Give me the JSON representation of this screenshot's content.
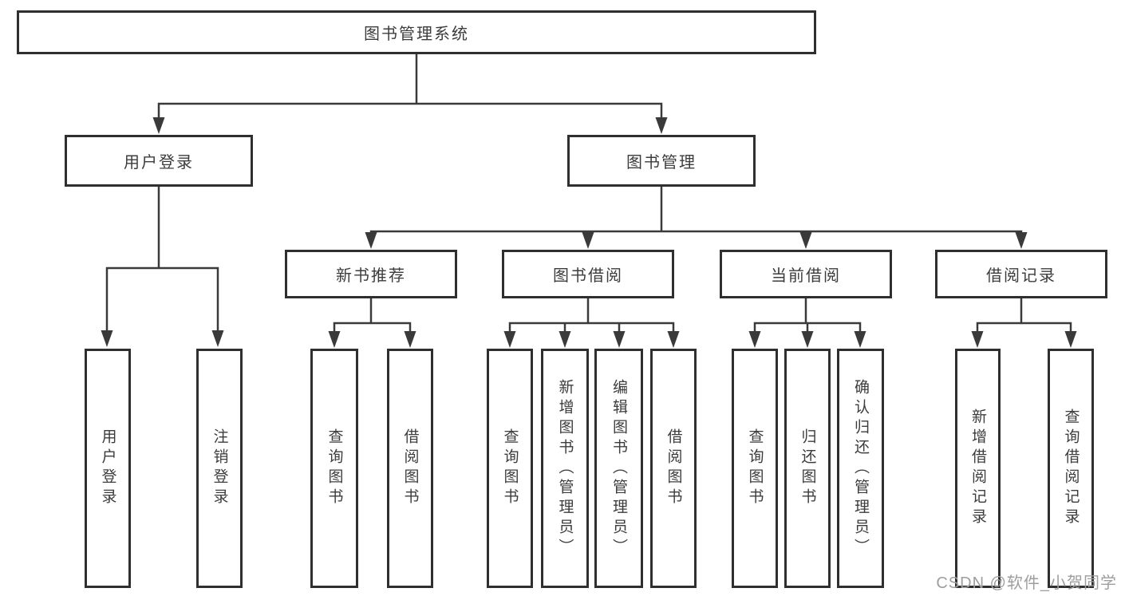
{
  "diagram_title": "图书管理系统",
  "branches": {
    "user_login": {
      "label": "用户登录",
      "children": [
        "用户登录",
        "注销登录"
      ]
    },
    "book_mgmt": {
      "label": "图书管理",
      "sections": [
        {
          "label": "新书推荐",
          "children": [
            "查询图书",
            "借阅图书"
          ]
        },
        {
          "label": "图书借阅",
          "children": [
            "查询图书",
            "新增图书（管理员）",
            "编辑图书（管理员）",
            "借阅图书"
          ]
        },
        {
          "label": "当前借阅",
          "children": [
            "查询图书",
            "归还图书",
            "确认归还（管理员）"
          ]
        },
        {
          "label": "借阅记录",
          "children": [
            "新增借阅记录",
            "查询借阅记录"
          ]
        }
      ]
    }
  },
  "watermark": "CSDN @软件_小贺同学",
  "colors": {
    "line": "#3a3a3a",
    "box_border": "#2f2f2f",
    "text": "#3c3c3c",
    "background": "#ffffff",
    "watermark": "#9e9e9e"
  }
}
